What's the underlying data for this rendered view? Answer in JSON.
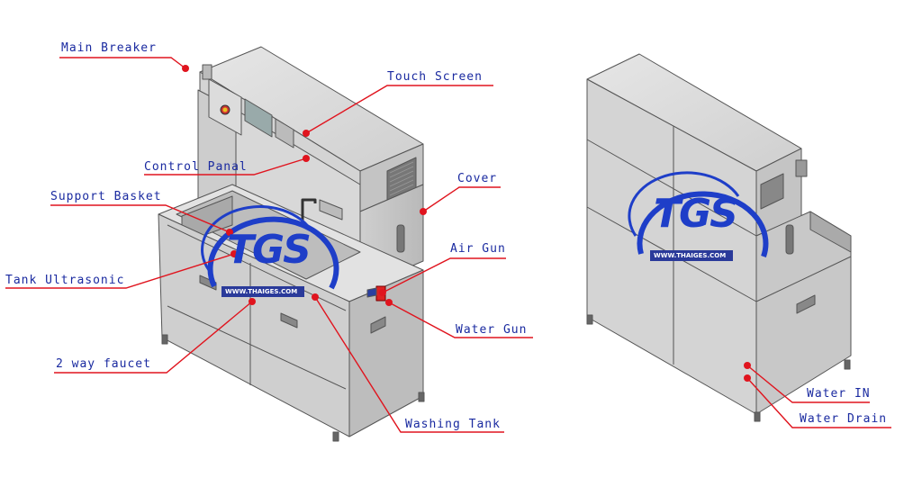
{
  "labels": {
    "main_breaker": "Main Breaker",
    "touch_screen": "Touch Screen",
    "control_panal": "Control Panal",
    "cover": "Cover",
    "support_basket": "Support Basket",
    "air_gun": "Air Gun",
    "tank_ultrasonic": "Tank Ultrasonic",
    "water_gun": "Water Gun",
    "two_way_faucet": "2 way faucet",
    "washing_tank": "Washing Tank",
    "water_in": "Water IN",
    "water_drain": "Water Drain"
  },
  "watermark": {
    "logo": "TGS",
    "url": "WWW.THAIGES.COM"
  },
  "colors": {
    "label_text": "#1a2aa0",
    "leader_line": "#e0141e",
    "dot": "#e0141e",
    "logo_blue": "#1e3ec8",
    "machine_fill": "#d9d9d9",
    "machine_stroke": "#555555"
  }
}
